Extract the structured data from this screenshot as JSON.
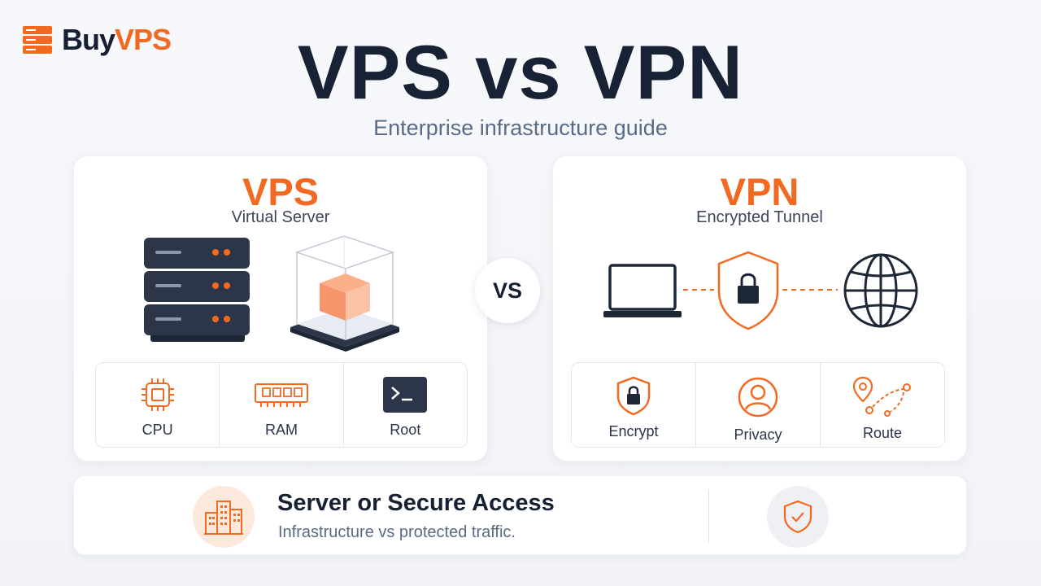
{
  "brand": {
    "name_part1": "Buy",
    "name_part2": "VPS"
  },
  "header": {
    "title": "VPS vs VPN",
    "subtitle": "Enterprise infrastructure guide"
  },
  "vps_card": {
    "title": "VPS",
    "subtitle": "Virtual Server",
    "features": [
      {
        "label": "CPU",
        "icon": "cpu-icon"
      },
      {
        "label": "RAM",
        "icon": "ram-icon"
      },
      {
        "label": "Root",
        "icon": "terminal-icon"
      }
    ]
  },
  "vs_label": "VS",
  "vpn_card": {
    "title": "VPN",
    "subtitle": "Encrypted Tunnel",
    "features": [
      {
        "label": "Encrypt",
        "icon": "lock-shield-icon"
      },
      {
        "label": "Privacy",
        "icon": "user-icon"
      },
      {
        "label": "Route",
        "icon": "route-icon"
      }
    ]
  },
  "bottom": {
    "title": "Server or Secure Access",
    "text": "Infrastructure vs protected traffic."
  },
  "colors": {
    "accent": "#f26a21",
    "dark": "#172033",
    "muted": "#5b6b86"
  }
}
